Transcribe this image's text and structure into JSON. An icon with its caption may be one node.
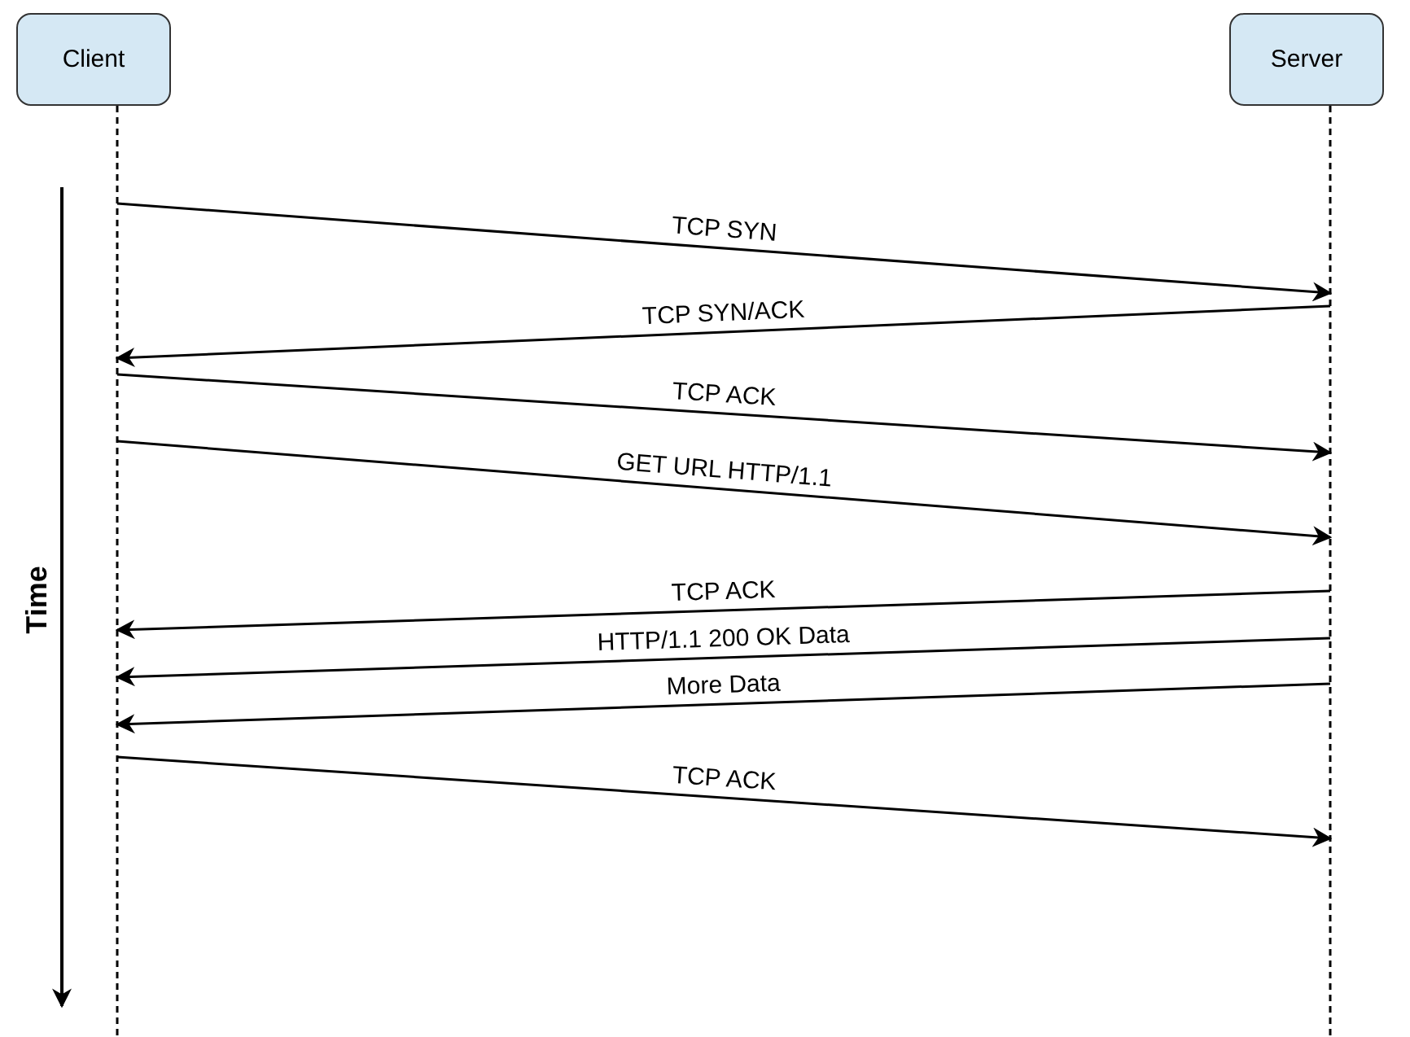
{
  "diagram": {
    "nodes": [
      {
        "text": [
          "Client"
        ]
      },
      {
        "text": [
          "Server"
        ]
      }
    ],
    "edges": [
      {
        "from": 0,
        "to": 1,
        "arrow": "to",
        "label": "TCP SYN"
      },
      {
        "from": 1,
        "to": 0,
        "arrow": "to",
        "label": "TCP SYN/ACK"
      },
      {
        "from": 0,
        "to": 1,
        "arrow": "to",
        "label": "TCP ACK"
      },
      {
        "from": 0,
        "to": 1,
        "arrow": "to",
        "label": "GET URL HTTP/1.1"
      },
      {
        "from": 1,
        "to": 0,
        "arrow": "to",
        "label": "TCP ACK"
      },
      {
        "from": 1,
        "to": 0,
        "arrow": "to",
        "label": "HTTP/1.1 200 OK Data"
      },
      {
        "from": 1,
        "to": 0,
        "arrow": "to",
        "label": "More Data"
      },
      {
        "from": 0,
        "to": 1,
        "arrow": "to",
        "label": "TCP ACK"
      }
    ],
    "labels": [
      "Time"
    ]
  }
}
